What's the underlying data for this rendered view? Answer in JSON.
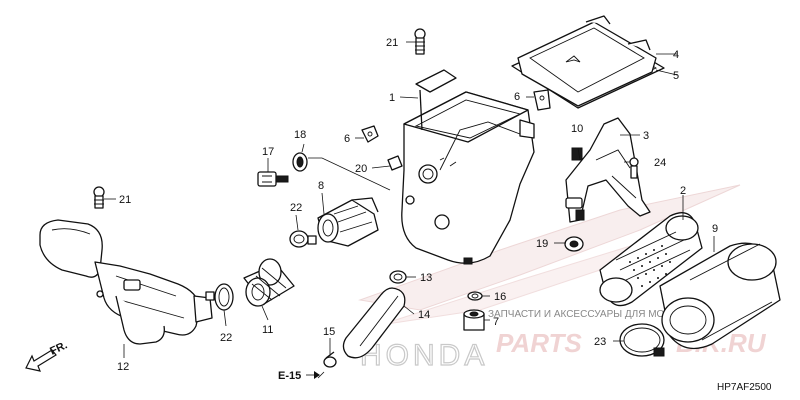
{
  "diagram": {
    "code": "HP7AF2500",
    "ref": "E-15",
    "fr": "FR."
  },
  "watermark": {
    "brand": "HONDA",
    "site_text": "ЗАПЧАСТИ И АКСЕССУАРЫ ДЛЯ МОТОТЕХНИКИ",
    "site_logo_left": "PARTS",
    "site_logo_right": "BIK.RU"
  },
  "callouts": {
    "c1": "1",
    "c2": "2",
    "c3": "3",
    "c4": "4",
    "c5": "5",
    "c6a": "6",
    "c6b": "6",
    "c7": "7",
    "c8": "8",
    "c9": "9",
    "c10": "10",
    "c11": "11",
    "c12": "12",
    "c13": "13",
    "c14": "14",
    "c15": "15",
    "c16": "16",
    "c17": "17",
    "c18": "18",
    "c19": "19",
    "c20": "20",
    "c21a": "21",
    "c21b": "21",
    "c22a": "22",
    "c22b": "22",
    "c23": "23",
    "c24": "24"
  }
}
